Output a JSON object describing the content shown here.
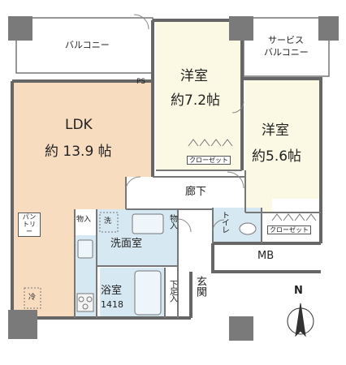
{
  "rooms": {
    "balcony": "バルコニー",
    "service_balcony_1": "サービス",
    "service_balcony_2": "バルコニー",
    "ps": "PS",
    "ldk_name": "LDK",
    "ldk_size": "約 13.9 帖",
    "western1_name": "洋室",
    "western1_size": "約7.2帖",
    "closet1": "クローゼット",
    "western2_name": "洋室",
    "western2_size": "約5.6帖",
    "closet2": "クローゼット",
    "corridor": "廊下",
    "pantry": "パントリー",
    "storage1": "物入",
    "storage2": "物入",
    "washer": "洗",
    "washroom": "洗面室",
    "toilet": "トイレ",
    "mb": "MB",
    "bath_name": "浴室",
    "bath_size": "1418",
    "shoe_storage": "下足入",
    "entrance": "玄関",
    "fridge": "冷",
    "north": "N"
  },
  "colors": {
    "ldk": "#f8dcc0",
    "western": "#fbf8e3",
    "wet_area": "#d6e8f2",
    "wall": "#666666",
    "pillar": "#7a7a7a"
  }
}
